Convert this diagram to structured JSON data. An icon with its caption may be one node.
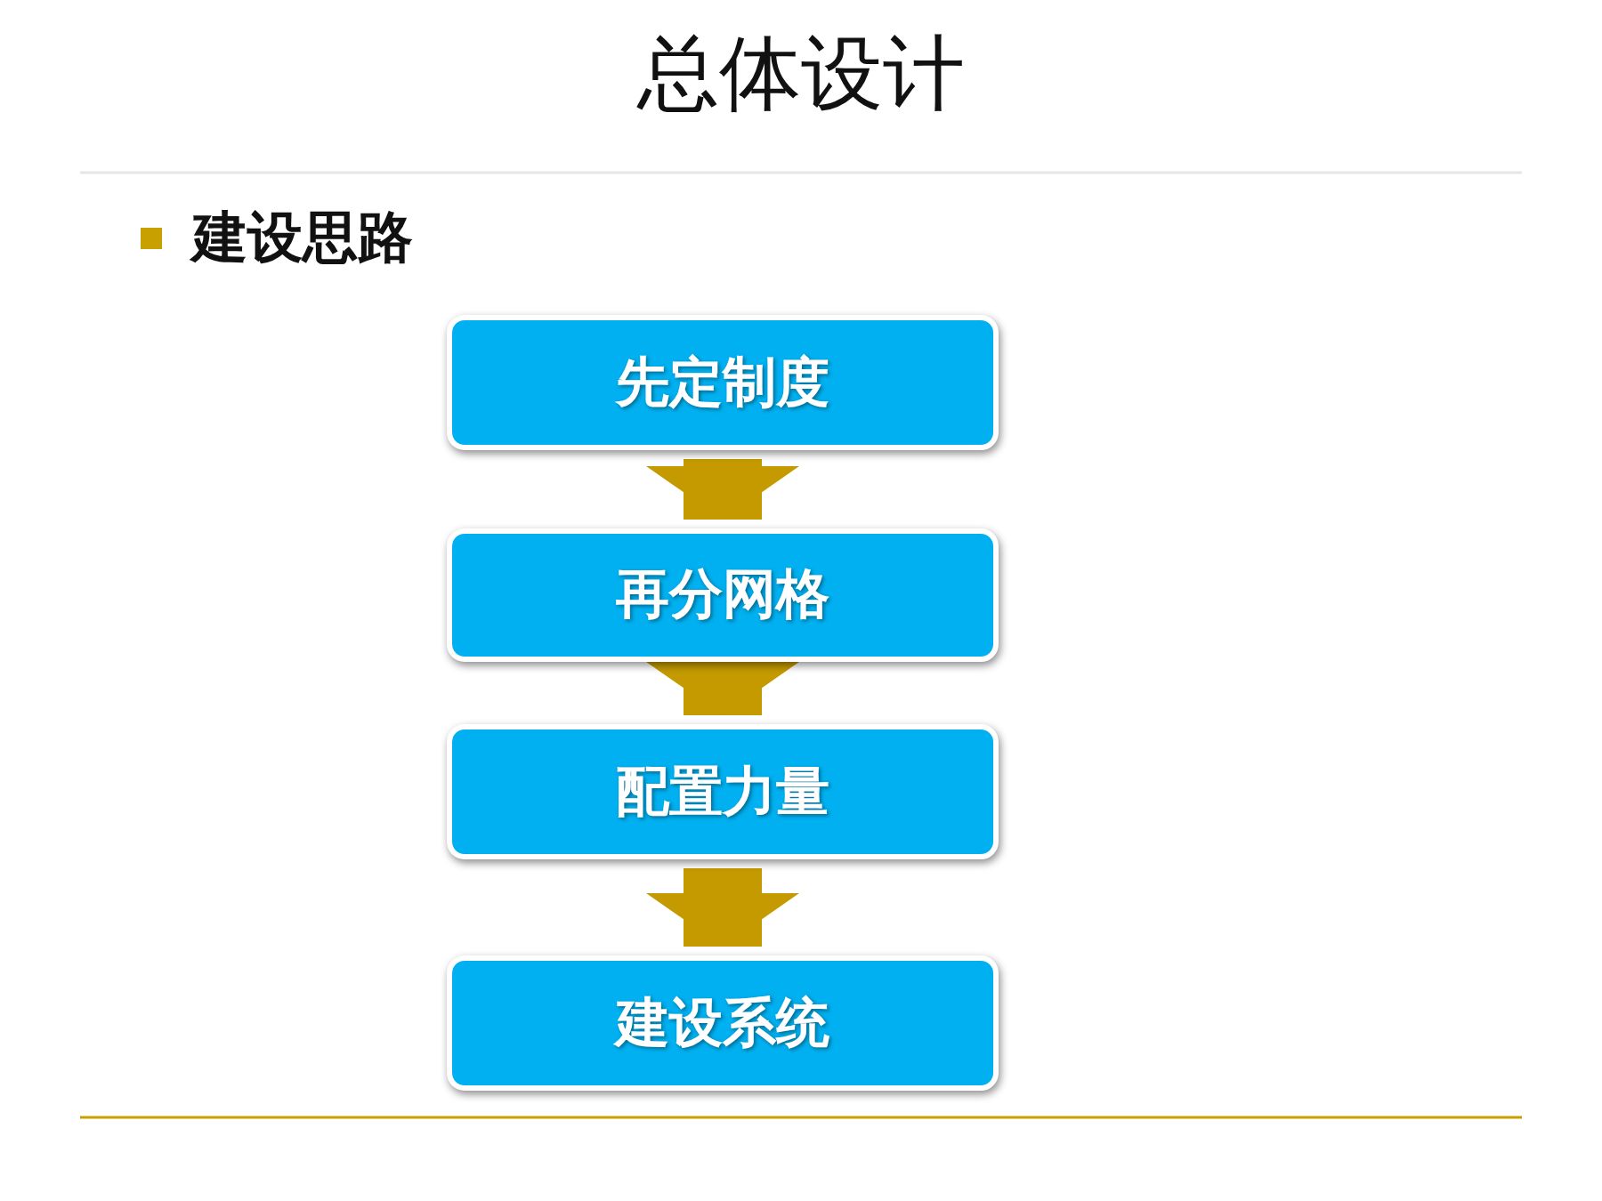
{
  "diagram": {
    "title": "总体设计",
    "nodes": [
      {
        "text": [
          "先定制度"
        ]
      },
      {
        "text": [
          "再分网格"
        ]
      },
      {
        "text": [
          "配置力量"
        ]
      },
      {
        "text": [
          "建设系统"
        ]
      }
    ],
    "edges": [
      {
        "from": 0,
        "to": 1,
        "arrow": "to"
      },
      {
        "from": 1,
        "to": 2,
        "arrow": "to"
      },
      {
        "from": 2,
        "to": 3,
        "arrow": "to"
      }
    ],
    "labels": [
      "建设思路"
    ]
  }
}
